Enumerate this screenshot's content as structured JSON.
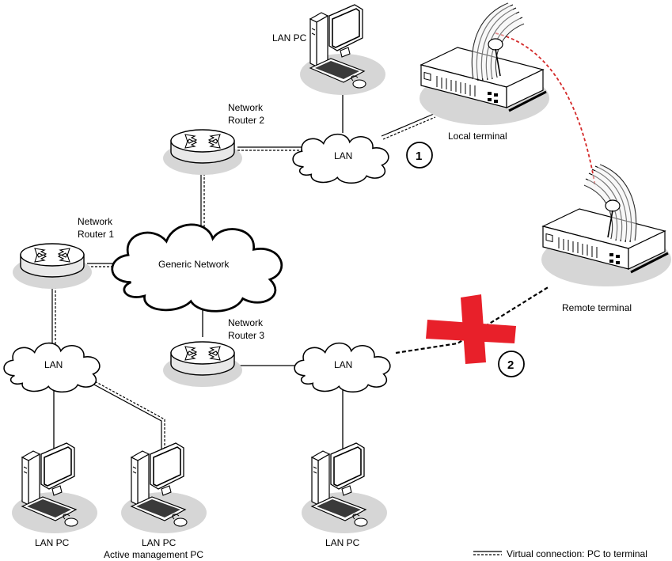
{
  "labels": {
    "lan_pc_top": "LAN PC",
    "local_terminal": "Local terminal",
    "remote_terminal": "Remote terminal",
    "router2_line1": "Network",
    "router2_line2": "Router 2",
    "router1_line1": "Network",
    "router1_line2": "Router 1",
    "router3_line1": "Network",
    "router3_line2": "Router 3",
    "generic_network": "Generic Network",
    "lan_top": "LAN",
    "lan_left": "LAN",
    "lan_bottom": "LAN",
    "lan_pc_bottom_left": "LAN PC",
    "lan_pc_bottom_mid": "LAN PC",
    "active_management_pc": "Active management PC",
    "lan_pc_bottom_right": "LAN PC",
    "marker_1": "1",
    "marker_2": "2",
    "legend_text": "Virtual connection: PC to terminal"
  },
  "colors": {
    "link_broken": "#e8202a",
    "radio_link": "#d42a2a",
    "shadow": "#d6d6d6"
  }
}
